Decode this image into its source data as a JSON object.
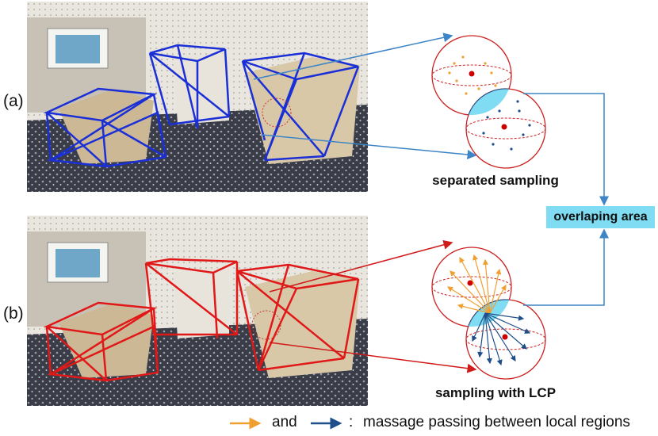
{
  "panels": {
    "a_label": "(a)",
    "b_label": "(b)"
  },
  "captions": {
    "separated": "separated sampling",
    "lcp": "sampling with LCP"
  },
  "overlap_label": "overlaping area",
  "legend": {
    "and": "and",
    "colon": ":",
    "text": "massage passing between local regions"
  },
  "colors": {
    "blue_box": "#1a2fd6",
    "red_box": "#e01818",
    "arrow_blue": "#3d85c6",
    "arrow_red": "#d11a1a",
    "orange_arrow": "#f0a030",
    "navy_arrow": "#1f4f8a",
    "overlap": "#7fdcf2",
    "floor": "#3a3d48",
    "wall": "#c8c2b6"
  }
}
